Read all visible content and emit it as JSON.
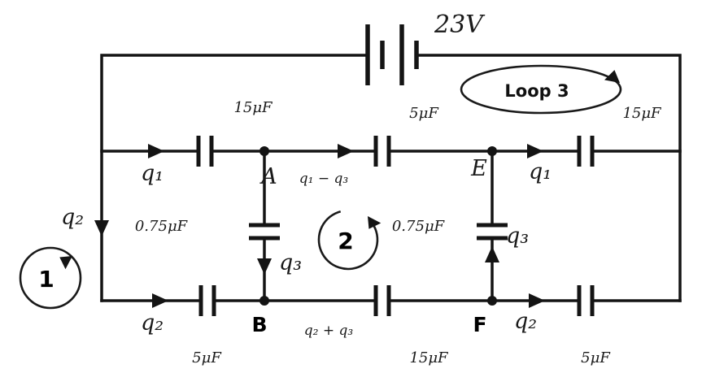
{
  "battery": {
    "voltage": "23V"
  },
  "loops": {
    "loop1": "1",
    "loop2": "2",
    "loop3": "Loop 3"
  },
  "nodes": {
    "a": "A",
    "b": "B",
    "e": "E",
    "f": "F"
  },
  "capacitors": {
    "mid_left": "15μF",
    "mid_center": "5μF",
    "mid_right": "15μF",
    "vert_left": "0.75μF",
    "vert_right": "0.75μF",
    "bottom_left": "5μF",
    "bottom_center": "15μF",
    "bottom_right": "5μF"
  },
  "charges": {
    "q1_left": "q₁",
    "q1_mid": "q₁ − q₃",
    "q1_right": "q₁",
    "q2_left": "q₂",
    "q2_bottom_left": "q₂",
    "q2_mid": "q₂ + q₃",
    "q2_bottom_right": "q₂",
    "q3_down": "q₃",
    "q3_up": "q₃"
  }
}
